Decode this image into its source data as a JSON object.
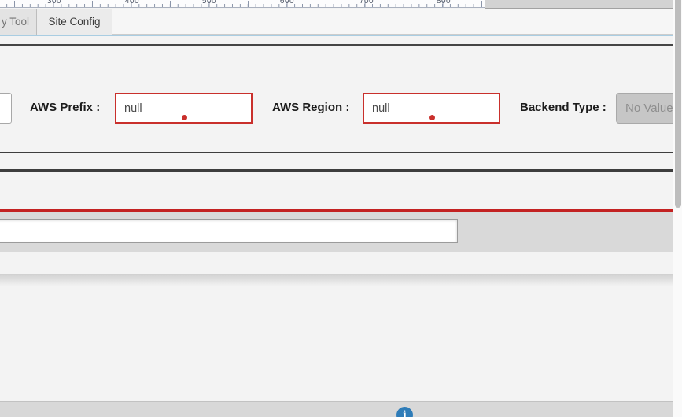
{
  "ruler": {
    "tick_labels": [
      "300",
      "400",
      "500",
      "600",
      "700",
      "800"
    ]
  },
  "tab_bar": {
    "tabs": [
      {
        "label": "y Tool",
        "active": false
      },
      {
        "label": "Site Config",
        "active": true
      }
    ]
  },
  "config_form": {
    "aws_prefix": {
      "label": "AWS Prefix :",
      "value": "null"
    },
    "aws_region": {
      "label": "AWS Region :",
      "value": "null"
    },
    "backend_type": {
      "label": "Backend Type :",
      "value": "No Value"
    }
  },
  "wide_input": {
    "value": ""
  },
  "bottom_bar": {
    "info_icon_glyph": "i"
  },
  "colors": {
    "error_border": "#c9302c",
    "validation_dot": "#c9302c",
    "red_divider": "#c32222",
    "dark_divider": "#3d3d3d",
    "accent_blue_line": "#a9cde2",
    "info_button_blue": "#2e7cb8",
    "disabled_bg": "#c6c6c6"
  }
}
